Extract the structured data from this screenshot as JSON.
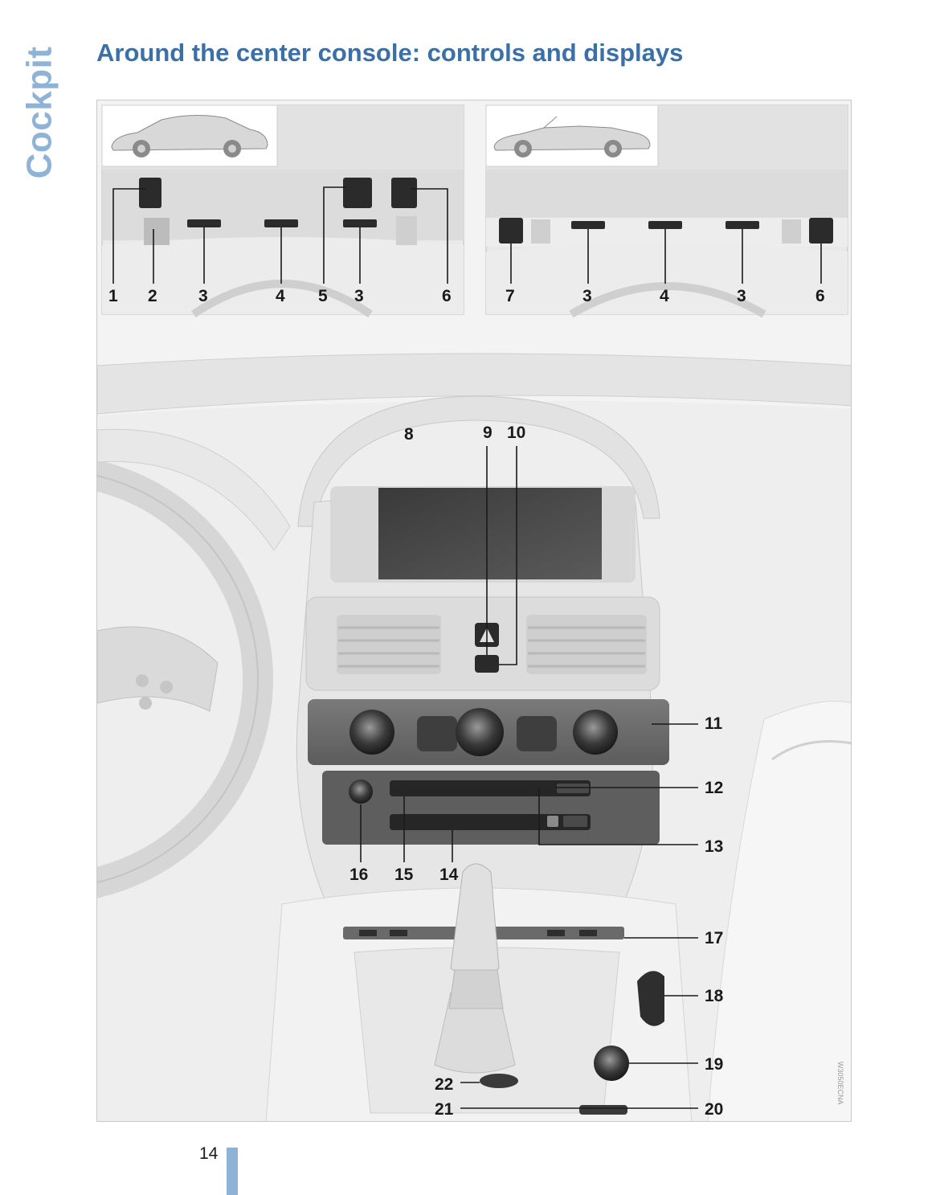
{
  "section_tab": "Cockpit",
  "title": "Around the center console: controls and displays",
  "figure": {
    "inset_coupe": {
      "callouts": [
        "1",
        "2",
        "3",
        "4",
        "5",
        "3",
        "6"
      ]
    },
    "inset_convertible": {
      "callouts": [
        "7",
        "3",
        "4",
        "3",
        "6"
      ]
    },
    "main": {
      "callouts": [
        "8",
        "9",
        "10",
        "11",
        "12",
        "13",
        "16",
        "15",
        "14",
        "17",
        "18",
        "19",
        "22",
        "21",
        "20"
      ]
    },
    "image_code": "W3050ECNA"
  },
  "page_number": "14",
  "colors": {
    "title": "#3a6fa8",
    "tab": "#8fb3d6",
    "page_bar": "#8fb3d6"
  }
}
